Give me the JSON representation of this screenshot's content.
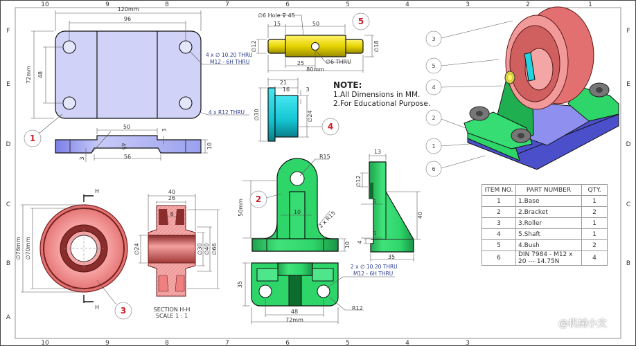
{
  "frame": {
    "zone_numbers": [
      "10",
      "9",
      "8",
      "7",
      "6",
      "5",
      "4",
      "3",
      "2",
      "1"
    ],
    "zone_letters": [
      "F",
      "E",
      "D",
      "C",
      "B",
      "A"
    ]
  },
  "base_view": {
    "dims": {
      "overall_width": "120mm",
      "hole_pitch": "96",
      "height": "72mm",
      "hole_vertical": "48",
      "step_width": "50",
      "step_depth": "3",
      "chamfer": "45",
      "groove": "56",
      "groove_depth": "3",
      "thickness": "10"
    },
    "callouts": [
      "4 x ∅ 10.20 THRU",
      "M12 - 6H THRU",
      "4 x R12 THRU"
    ],
    "balloon": "1"
  },
  "shaft_view": {
    "dims": {
      "hole": "∅6 Hole ⊽ 45",
      "end_len": "15",
      "mid_len": "50",
      "dia_small": "∅12",
      "dia_large": "∅18",
      "hole_pos": "25",
      "thru": "∅6 THRU",
      "length": "80mm"
    },
    "balloon": "5"
  },
  "bush_view": {
    "dims": {
      "len": "21",
      "body": "16",
      "flange": "3",
      "outer": "∅30",
      "inner": "∅24"
    },
    "balloon": "4"
  },
  "note": {
    "title": "NOTE:",
    "lines": [
      "1.All Dimensions in MM.",
      "2.For Educational Purpose."
    ]
  },
  "roller_view": {
    "dims": {
      "d76": "∅76mm",
      "d70": "∅70mm",
      "w40": "40",
      "w26": "26",
      "d24": "∅24",
      "d30": "∅30",
      "d40": "∅40",
      "d66": "∅66",
      "web": "8"
    },
    "section_marks": [
      "H",
      "H"
    ],
    "section_label": "SECTION H-H",
    "scale_label": "SCALE 1 : 1",
    "balloon": "3"
  },
  "bracket_view": {
    "dims": {
      "r_top": "R15",
      "height": "50mm",
      "rib": "10",
      "fillet": "2 x R15",
      "base": "10",
      "side_top": "13",
      "side_hole": "∅12",
      "side_5a": "5",
      "side_5b": "5",
      "side_4": "4",
      "side_h": "40",
      "side_w": "35",
      "top_depth": "35",
      "top_pitch": "48",
      "top_width": "72mm",
      "top_r": "R12"
    },
    "callouts": [
      "2 x ∅ 10.20 THRU",
      "M12 - 6H THRU"
    ],
    "balloon": "2"
  },
  "iso_balloons": [
    "3",
    "5",
    "4",
    "2",
    "1",
    "6"
  ],
  "bom": {
    "headers": [
      "ITEM NO.",
      "PART NUMBER",
      "QTY."
    ],
    "rows": [
      {
        "item": "1",
        "part": "1.Base",
        "qty": "1"
      },
      {
        "item": "2",
        "part": "2.Bracket",
        "qty": "2"
      },
      {
        "item": "3",
        "part": "3.Roller",
        "qty": "1"
      },
      {
        "item": "4",
        "part": "5.Shaft",
        "qty": "1"
      },
      {
        "item": "5",
        "part": "4.Bush",
        "qty": "2"
      },
      {
        "item": "6",
        "part": "DIN 7984 - M12 x 20 --- 14.75N",
        "qty": "4"
      }
    ]
  },
  "watermark": "@机械小文",
  "colors": {
    "base": "#c9ccf5",
    "bracket": "#2ed66a",
    "roller": "#f08a8a",
    "shaft": "#f0e020",
    "bush": "#22d4e0",
    "balloon_text": "#c8202a"
  }
}
